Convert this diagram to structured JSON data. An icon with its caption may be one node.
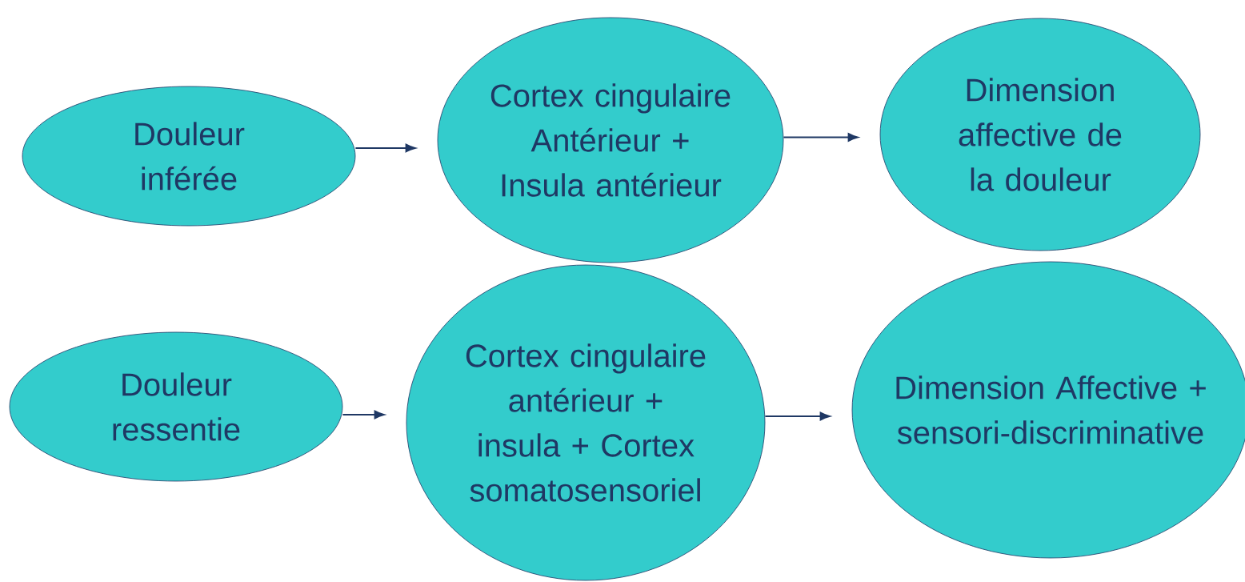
{
  "diagram": {
    "nodes": [
      {
        "text": [
          "Douleur inférée"
        ]
      },
      {
        "text": [
          "Cortex cingulaire Antérieur + Insula antérieur"
        ]
      },
      {
        "text": [
          "Dimension affective de la douleur"
        ]
      },
      {
        "text": [
          "Douleur ressentie"
        ]
      },
      {
        "text": [
          "Cortex cingulaire antérieur + insula + Cortex somatosensoriel"
        ]
      },
      {
        "text": [
          "Dimension Affective + sensori-discriminative"
        ]
      }
    ],
    "edges": [
      {
        "from": 0,
        "to": 1,
        "arrow": "to"
      },
      {
        "from": 1,
        "to": 2,
        "arrow": "to"
      },
      {
        "from": 3,
        "to": 4,
        "arrow": "to"
      },
      {
        "from": 4,
        "to": 5,
        "arrow": "to"
      }
    ]
  }
}
